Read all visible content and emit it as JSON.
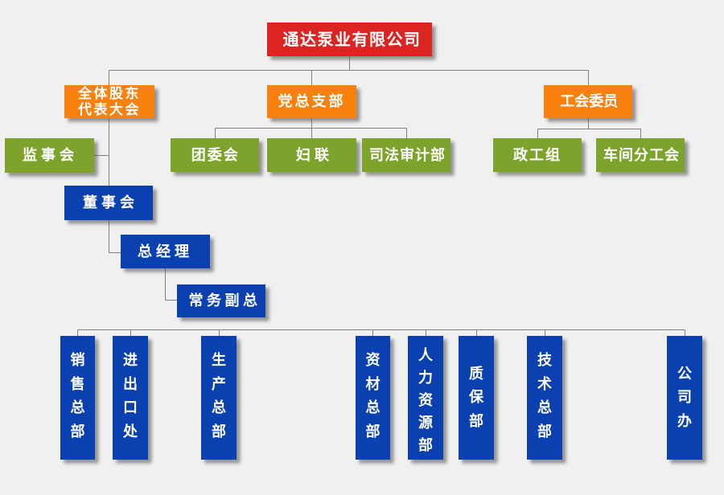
{
  "title": "通达泵业有限公司",
  "diagram_type": "organization-chart",
  "edges": [
    [
      "root",
      "shareholders"
    ],
    [
      "root",
      "party"
    ],
    [
      "root",
      "union"
    ],
    [
      "party",
      "youth"
    ],
    [
      "party",
      "women"
    ],
    [
      "party",
      "justice"
    ],
    [
      "union",
      "political"
    ],
    [
      "union",
      "workshop"
    ],
    [
      "shareholders",
      "supervisory"
    ],
    [
      "shareholders",
      "board"
    ],
    [
      "board",
      "gm"
    ],
    [
      "gm",
      "deputy"
    ],
    [
      "deputy",
      "sales"
    ],
    [
      "deputy",
      "import"
    ],
    [
      "deputy",
      "production"
    ],
    [
      "deputy",
      "materials"
    ],
    [
      "deputy",
      "hr"
    ],
    [
      "deputy",
      "qa"
    ],
    [
      "deputy",
      "tech"
    ],
    [
      "deputy",
      "office"
    ]
  ],
  "colors": {
    "background": "#f0f0f1",
    "red": "#dc2522",
    "orange": "#f8800d",
    "green": "#7da32c",
    "blue": "#0b40b0",
    "line": "#7f7f7f",
    "text": "#ffffff"
  },
  "nodes": {
    "root": {
      "label": "通达泵业有限公司"
    },
    "shareholders": {
      "label": "全体股东代表大会",
      "lines": [
        "全体股东",
        "代表大会"
      ]
    },
    "party": {
      "label": "党总支部"
    },
    "union": {
      "label": "工会委员"
    },
    "supervisory": {
      "label": "监事会"
    },
    "youth": {
      "label": "团委会"
    },
    "women": {
      "label": "妇联"
    },
    "justice": {
      "label": "司法审计部"
    },
    "political": {
      "label": "政工组"
    },
    "workshop": {
      "label": "车间分工会"
    },
    "board": {
      "label": "董事会"
    },
    "gm": {
      "label": "总经理"
    },
    "deputy": {
      "label": "常务副总"
    },
    "sales": {
      "label": "销售总部"
    },
    "import": {
      "label": "进出口处"
    },
    "production": {
      "label": "生产总部"
    },
    "materials": {
      "label": "资材总部"
    },
    "hr": {
      "label": "人力资源部"
    },
    "qa": {
      "label": "质保部"
    },
    "tech": {
      "label": "技术总部"
    },
    "office": {
      "label": "公司办"
    }
  }
}
